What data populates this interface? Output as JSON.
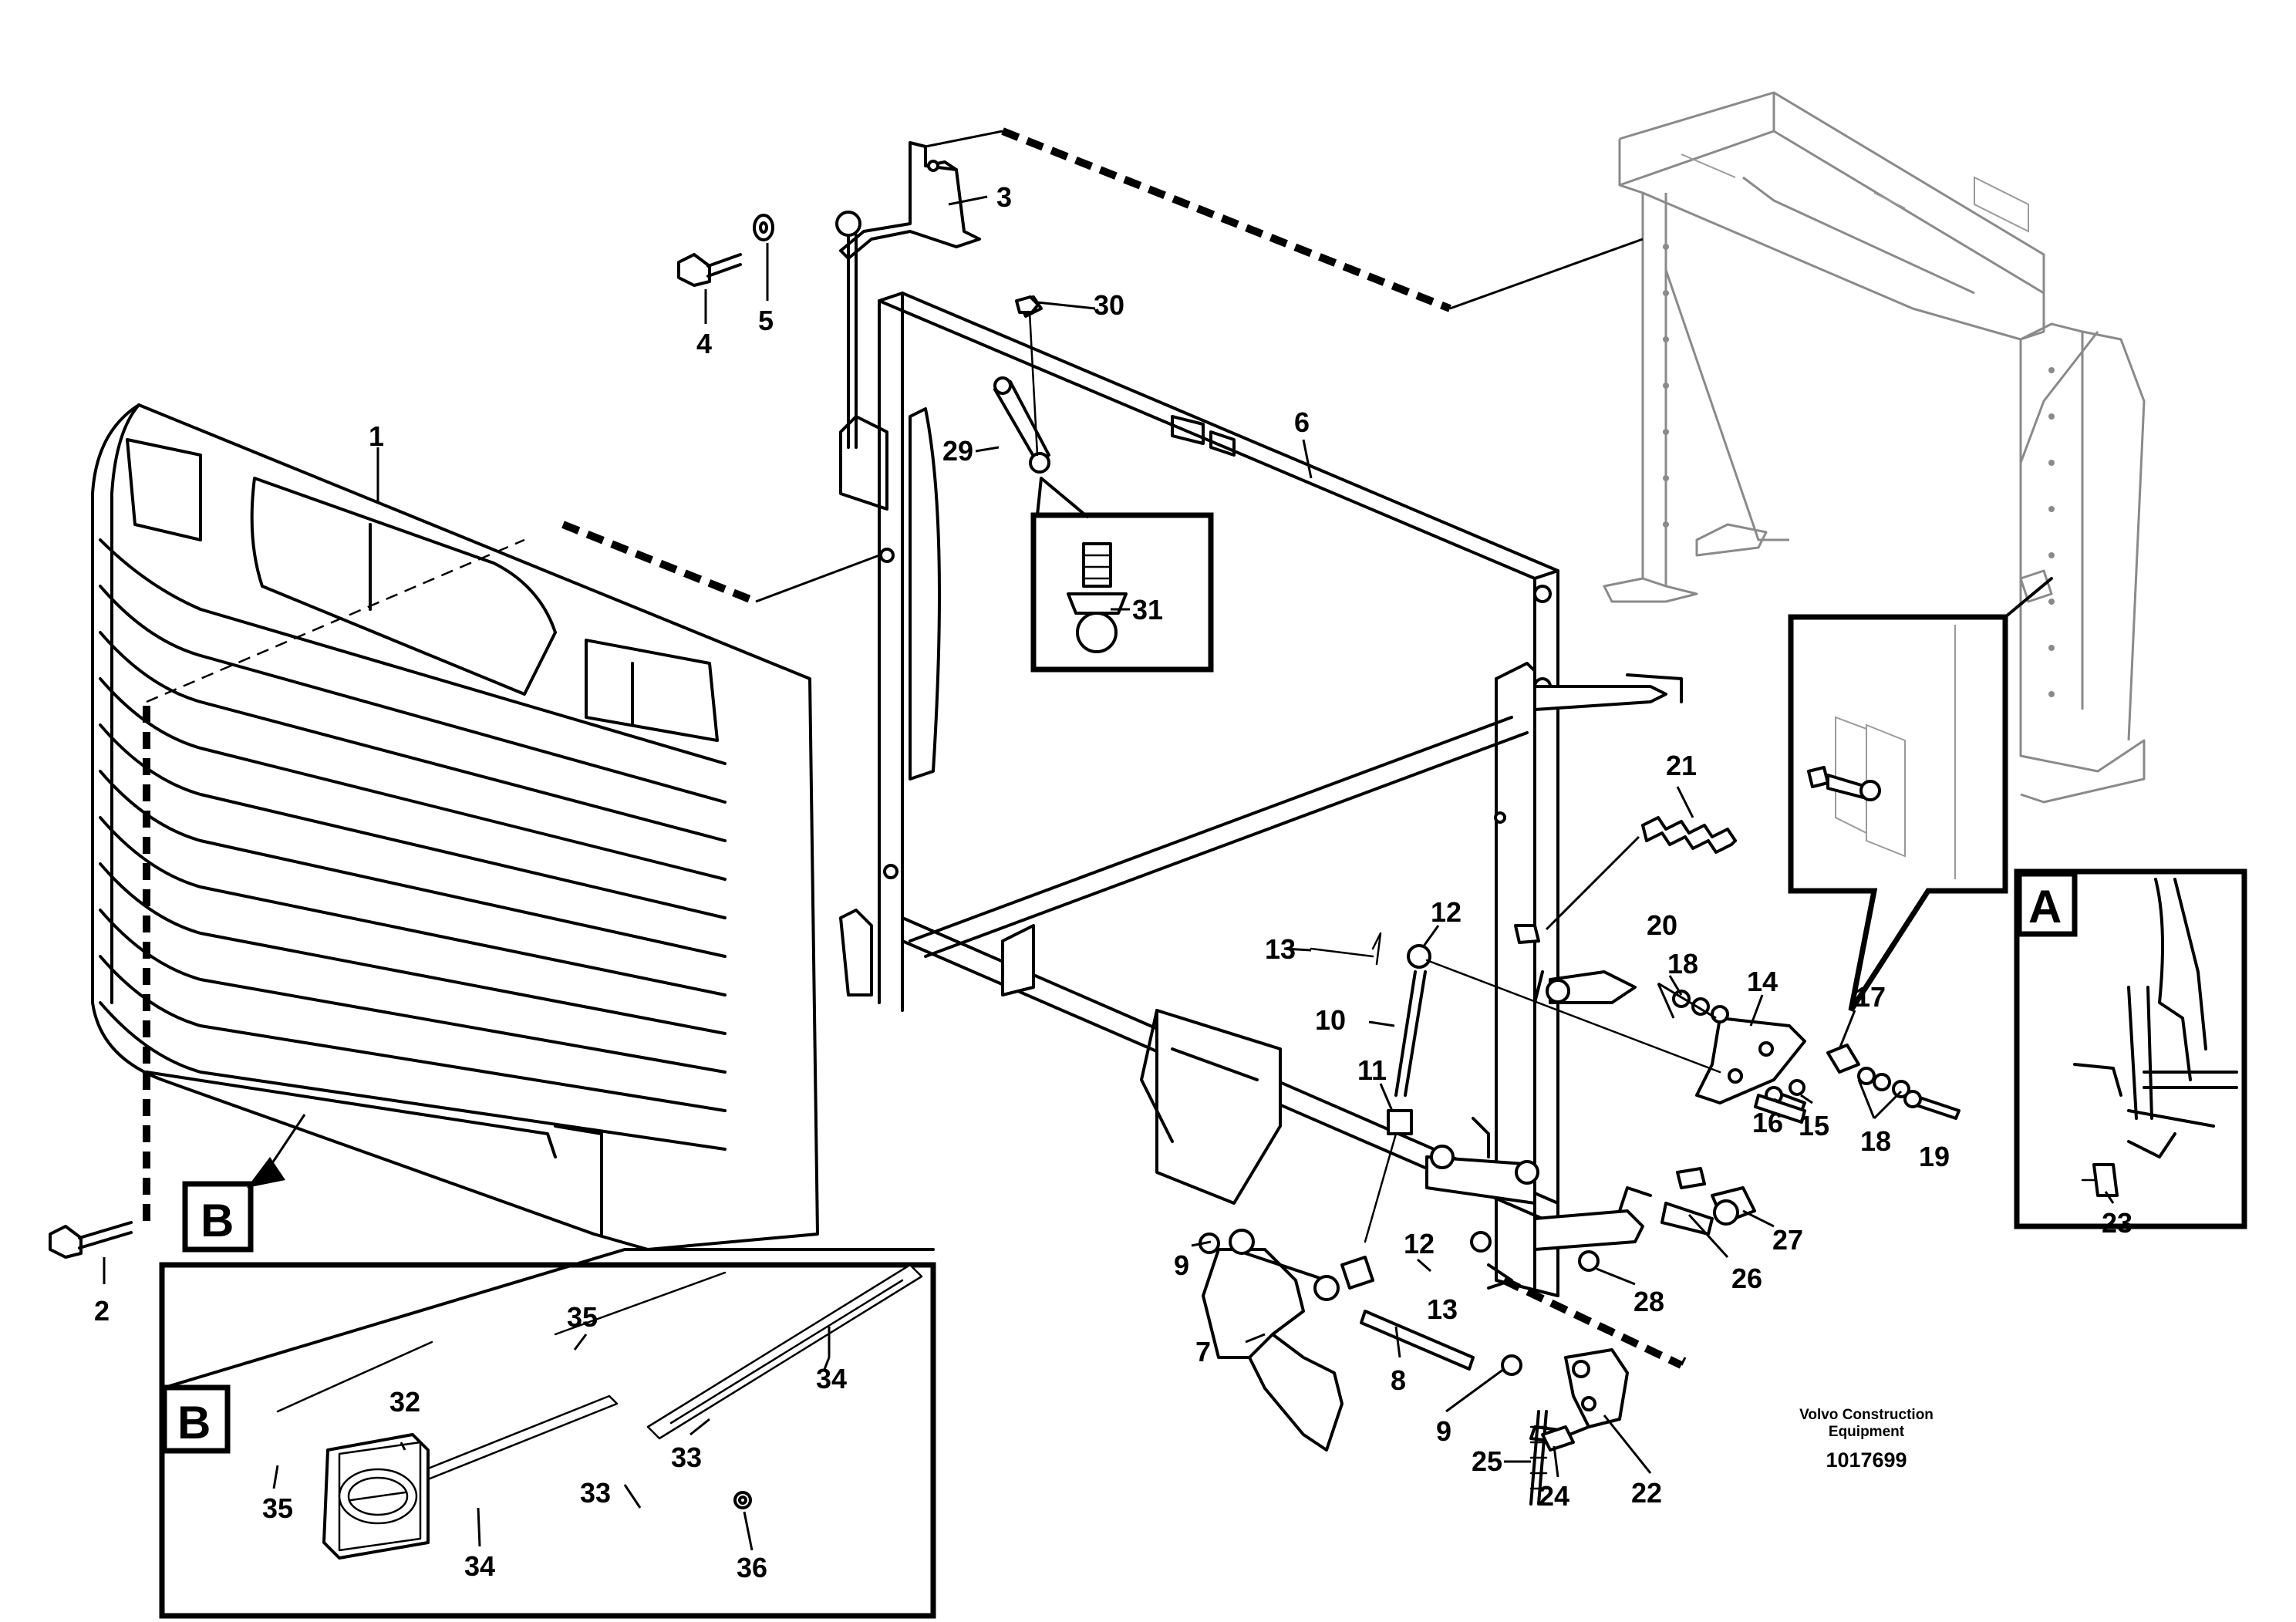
{
  "callouts": {
    "c1": "1",
    "c2": "2",
    "c3": "3",
    "c4": "4",
    "c5": "5",
    "c6": "6",
    "c7": "7",
    "c8": "8",
    "c9a": "9",
    "c9b": "9",
    "c10": "10",
    "c11": "11",
    "c12a": "12",
    "c12b": "12",
    "c13a": "13",
    "c13b": "13",
    "c14": "14",
    "c15": "15",
    "c16": "16",
    "c17": "17",
    "c18a": "18",
    "c18b": "18",
    "c19": "19",
    "c20": "20",
    "c21": "21",
    "c22": "22",
    "c23": "23",
    "c24": "24",
    "c25": "25",
    "c26": "26",
    "c27": "27",
    "c28": "28",
    "c29": "29",
    "c30": "30",
    "c31": "31",
    "c32": "32",
    "c33a": "33",
    "c33b": "33",
    "c34a": "34",
    "c34b": "34",
    "c35a": "35",
    "c35b": "35",
    "c36": "36"
  },
  "detail_views": {
    "view_a_letter": "A",
    "view_b_letter_front": "B",
    "view_b_letter_inset": "B"
  },
  "footer": {
    "brand_line1": "Volvo Construction",
    "brand_line2": "Equipment",
    "document_number": "1017699"
  }
}
